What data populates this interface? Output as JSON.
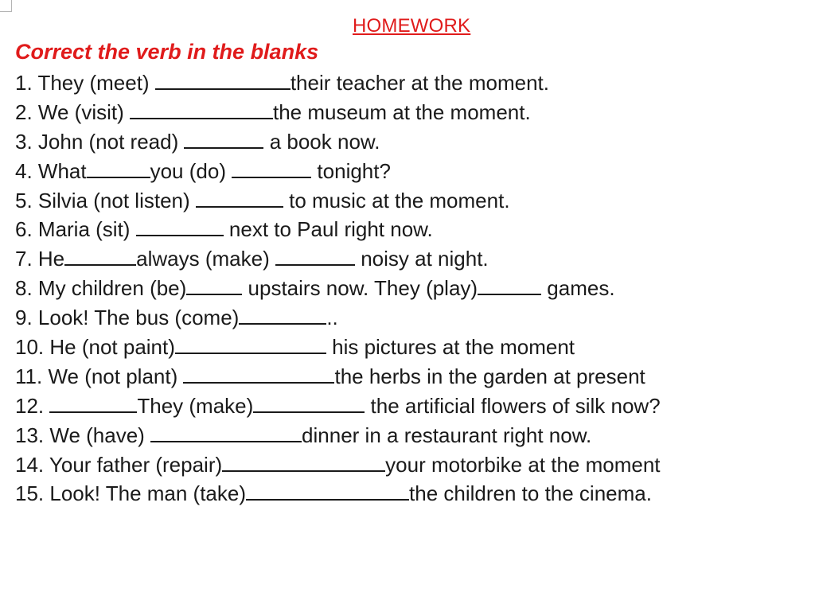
{
  "title": "HOMEWORK",
  "instruction": "Correct the verb in the blanks",
  "items": [
    {
      "parts": [
        "1. They (meet) ",
        "their teacher at the moment."
      ]
    },
    {
      "parts": [
        "2. We (visit) ",
        "the museum at the moment."
      ]
    },
    {
      "parts": [
        "3. John (not read) ",
        " a book now."
      ]
    },
    {
      "parts": [
        "4. What",
        "you (do) ",
        " tonight?"
      ]
    },
    {
      "parts": [
        "5. Silvia (not listen) ",
        " to music at the moment."
      ]
    },
    {
      "parts": [
        "6. Maria (sit) ",
        " next to Paul right now."
      ]
    },
    {
      "parts": [
        "7. He",
        "always (make) ",
        " noisy at night."
      ]
    },
    {
      "parts": [
        "8. My children (be)",
        " upstairs now. They (play)",
        " games."
      ]
    },
    {
      "parts": [
        "9. Look! The bus (come)",
        ".."
      ]
    },
    {
      "parts": [
        "10. He (not paint)",
        " his pictures at the moment"
      ]
    },
    {
      "parts": [
        "11. We (not plant) ",
        "the herbs in the garden at present"
      ]
    },
    {
      "parts": [
        "12. ",
        "They (make)",
        " the artificial flowers of silk now?"
      ]
    },
    {
      "parts": [
        "13. We (have) ",
        "dinner in a restaurant right now."
      ]
    },
    {
      "parts": [
        "14. Your father (repair)",
        "your motorbike at the moment"
      ]
    },
    {
      "parts": [
        "15. Look! The man (take)",
        "the children to the cinema."
      ]
    }
  ]
}
